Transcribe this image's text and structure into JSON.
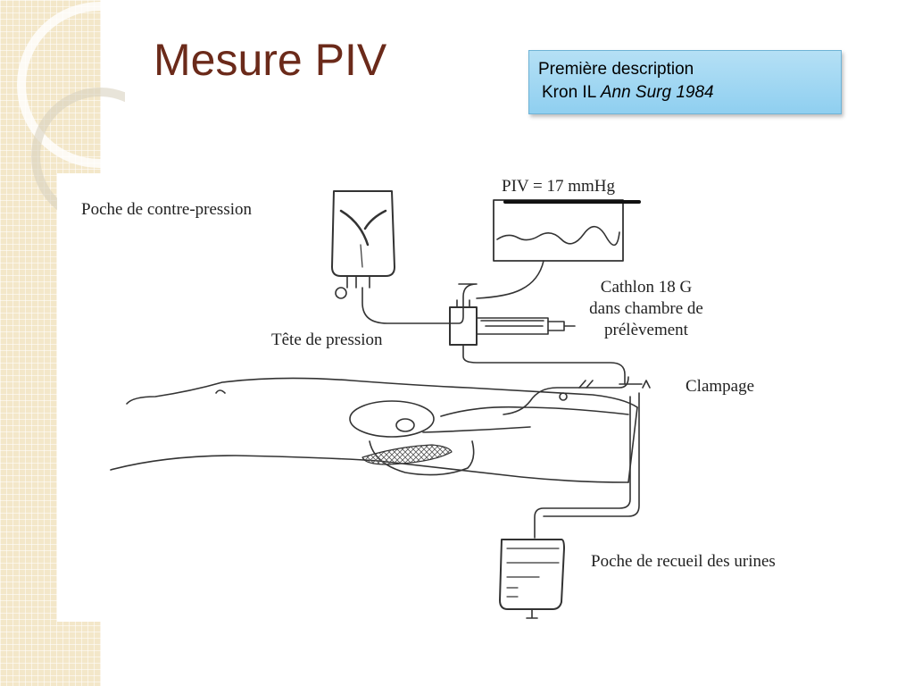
{
  "slide": {
    "title": "Mesure PIV",
    "reference": {
      "line1": "Première description",
      "author": "Kron IL",
      "journal": "Ann Surg 1984"
    }
  },
  "diagram": {
    "labels": {
      "counter_pressure_bag": "Poche de contre-pression",
      "pressure_head": "Tête de pression",
      "piv_reading": "PIV = 17 mmHg",
      "cathlon_line1": "Cathlon 18 G",
      "cathlon_line2": "dans chambre de",
      "cathlon_line3": "prélèvement",
      "clamping": "Clampage",
      "urine_bag": "Poche de recueil des urines"
    }
  },
  "colors": {
    "title": "#6b2a1a",
    "reference_box": "#a6daf3",
    "left_strip": "#f3e7c9"
  }
}
